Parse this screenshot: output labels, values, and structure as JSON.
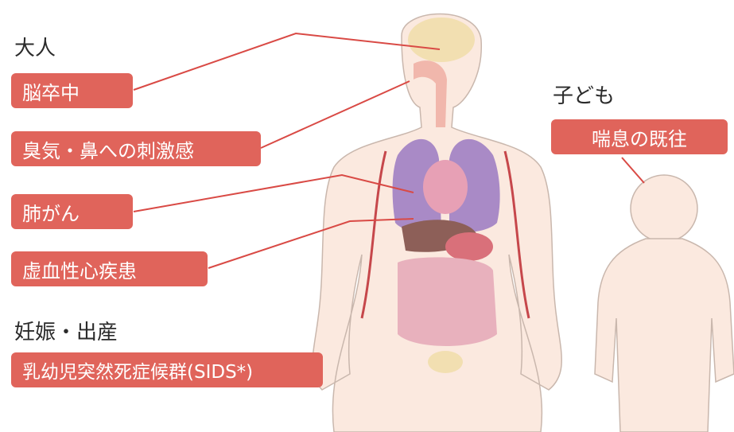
{
  "colors": {
    "tag": "#e0645b",
    "leader": "#d94a45",
    "skin": "#fbe9df",
    "skin_outline": "#c9b7ad",
    "brain": "#f2dfb1",
    "lung": "#a98ac6",
    "heart": "#e7a0b5",
    "liver": "#8d5f58",
    "intestine": "#e8b1bd",
    "vessel": "#c6474b"
  },
  "sections": {
    "adult": "大人",
    "pregnancy": "妊娠・出産",
    "child": "子ども"
  },
  "labels": {
    "stroke": "脳卒中",
    "odor": "臭気・鼻への刺激感",
    "lung_cancer": "肺がん",
    "ihd": "虚血性心疾患",
    "sids": "乳幼児突然死症候群(SIDS*)",
    "asthma": "喘息の既往"
  }
}
